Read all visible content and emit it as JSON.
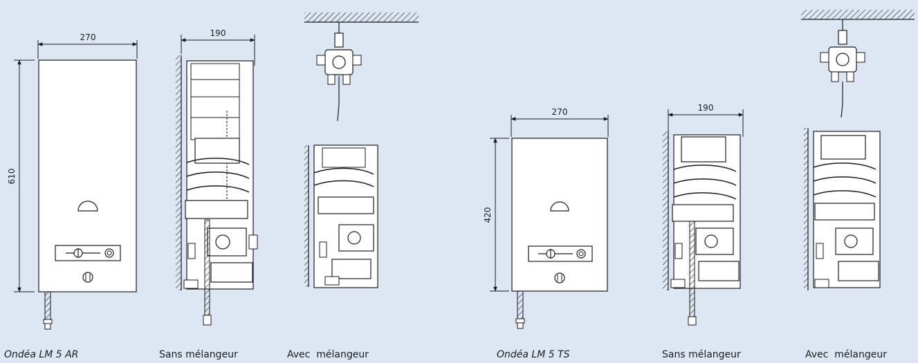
{
  "models": [
    {
      "name": "Ondéa LM 5 AR",
      "width_dim": "270",
      "height_dim": "610",
      "side_width_dim": "190",
      "view_without_mixer": "Sans mélangeur",
      "view_with_mixer": "Avec  mélangeur"
    },
    {
      "name": "Ondéa LM 5 TS",
      "width_dim": "270",
      "height_dim": "420",
      "side_width_dim": "190",
      "view_without_mixer": "Sans mélangeur",
      "view_with_mixer": "Avec  mélangeur"
    }
  ],
  "colors": {
    "background": "#dde7f3",
    "line": "#1a1a1a",
    "fill": "#ffffff"
  }
}
